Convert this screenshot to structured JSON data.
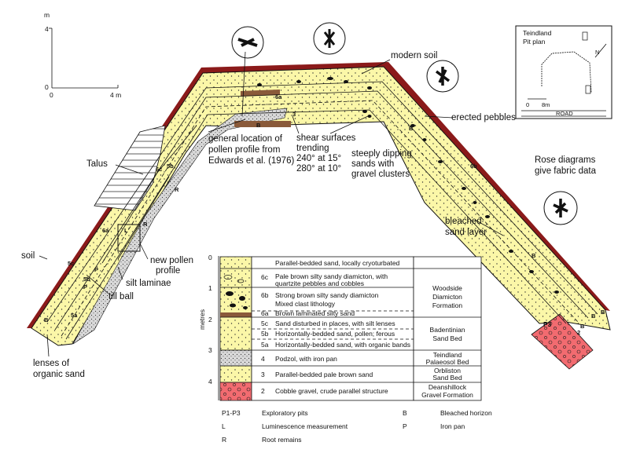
{
  "scale": {
    "unit": "m",
    "v_top": "4",
    "v_zero": "0",
    "h_zero": "0",
    "h_right": "4 m"
  },
  "plan": {
    "title_line1": "Teindland",
    "title_line2": "Pit plan",
    "scale_label": "0",
    "scale_label2": "8m",
    "road": "ROAD",
    "north": "N"
  },
  "labels": {
    "modern_soil": "modern soil",
    "erected_pebbles": "erected pebbles",
    "talus": "Talus",
    "soil": "soil",
    "pollen_general_1": "general location of",
    "pollen_general_2": "pollen profile from",
    "pollen_general_3": "Edwards et al. (1976)",
    "shear_1": "shear surfaces",
    "shear_2": "trending",
    "shear_3": "240° at 15°",
    "shear_4": "280° at 10°",
    "steep_1": "steeply dipping",
    "steep_2": "sands with",
    "steep_3": "gravel clusters",
    "rose_1": "Rose diagrams",
    "rose_2": "give fabric data",
    "bleached_1": "bleached",
    "bleached_2": "sand layer",
    "new_pollen_1": "new pollen",
    "new_pollen_2": "profile",
    "silt_laminae": "silt laminae",
    "till_ball": "till ball",
    "lenses_1": "lenses of",
    "lenses_2": "organic sand",
    "p3": "P3"
  },
  "section_marks": [
    "6a",
    "6a",
    "6b",
    "6c",
    "5b",
    "5c",
    "5b",
    "5a",
    "3",
    "2",
    "B",
    "B",
    "B",
    "B",
    "B",
    "P",
    "P",
    "R",
    "R",
    "L",
    "B",
    "B"
  ],
  "log": {
    "axis_title": "metres",
    "ticks": [
      "0",
      "1",
      "2",
      "3",
      "4"
    ],
    "units": [
      {
        "code": "",
        "desc": "Parallel-bedded sand, locally cryoturbated"
      },
      {
        "code": "6c",
        "desc": "Pale brown silty sandy diamicton, with"
      },
      {
        "code": "",
        "desc": "quartzite pebbles and cobbles"
      },
      {
        "code": "6b",
        "desc": "Strong brown silty sandy diamicton"
      },
      {
        "code": "",
        "desc": "Mixed clast lithology"
      },
      {
        "code": "6a",
        "desc": "Brown laminated silty sand"
      },
      {
        "code": "5c",
        "desc": "Sand disturbed in places, with silt lenses"
      },
      {
        "code": "5b",
        "desc": "Horizontally-bedded sand, pollen; ferous"
      },
      {
        "code": "5a",
        "desc": "Horizontally-bedded sand, with organic bands"
      },
      {
        "code": "4",
        "desc": "Podzol, with iron pan"
      },
      {
        "code": "3",
        "desc": "Parallel-bedded pale brown sand"
      },
      {
        "code": "2",
        "desc": "Cobble gravel, crude parallel structure"
      }
    ],
    "formations": [
      {
        "l1": "Woodside",
        "l2": "Diamicton",
        "l3": "Formation"
      },
      {
        "l1": "Badentinian",
        "l2": "Sand Bed",
        "l3": ""
      },
      {
        "l1": "Teindland",
        "l2": "Palaeosol Bed",
        "l3": ""
      },
      {
        "l1": "Orbliston",
        "l2": "Sand Bed",
        "l3": ""
      },
      {
        "l1": "Deanshillock",
        "l2": "Gravel Formation",
        "l3": ""
      }
    ]
  },
  "key": [
    {
      "code": "P1-P3",
      "text": "Exploratory pits"
    },
    {
      "code": "L",
      "text": "Luminescence measurement"
    },
    {
      "code": "R",
      "text": "Root remains"
    },
    {
      "code": "B",
      "text": "Bleached horizon"
    },
    {
      "code": "P",
      "text": "Iron pan"
    }
  ],
  "colors": {
    "sand": "#fbf7a8",
    "soil": "#8b1a1a",
    "gravel": "#f0606a",
    "grey": "#c9c9c9",
    "brown": "#8a5a3a"
  }
}
